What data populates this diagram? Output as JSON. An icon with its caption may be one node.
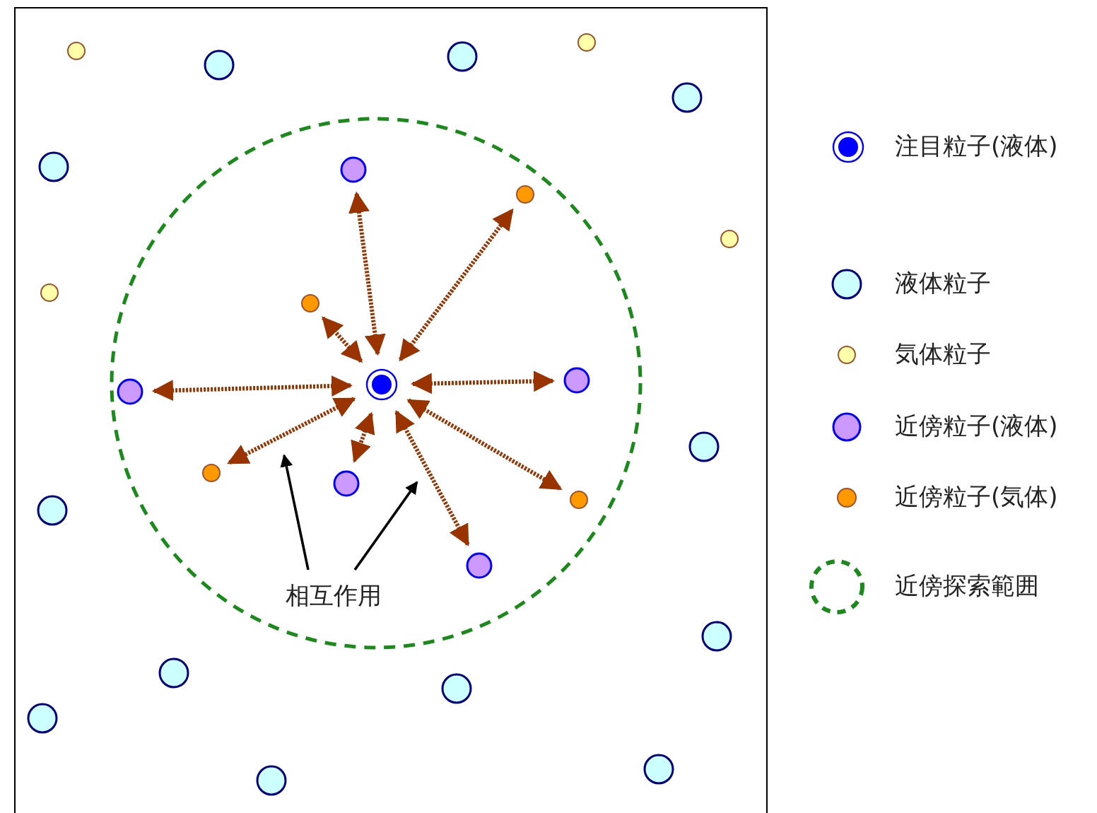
{
  "diagram": {
    "nodes": [
      {
        "text": [],
        "shape": "circle"
      },
      {
        "text": [],
        "shape": "circle"
      },
      {
        "text": [],
        "shape": "circle"
      },
      {
        "text": [],
        "shape": "circle"
      },
      {
        "text": [],
        "shape": "circle"
      },
      {
        "text": [],
        "shape": "circle"
      },
      {
        "text": [],
        "shape": "circle"
      },
      {
        "text": [],
        "shape": "circle"
      },
      {
        "text": [],
        "shape": "circle"
      },
      {
        "text": [],
        "shape": "circle"
      },
      {
        "text": [
          "相互作用"
        ]
      }
    ],
    "edges": [
      {
        "from": 0,
        "to": 1,
        "arrow": "both",
        "style": "dashed"
      },
      {
        "from": 0,
        "to": 2,
        "arrow": "both",
        "style": "dashed"
      },
      {
        "from": 0,
        "to": 3,
        "arrow": "both",
        "style": "dashed"
      },
      {
        "from": 0,
        "to": 4,
        "arrow": "both",
        "style": "dashed"
      },
      {
        "from": 0,
        "to": 5,
        "arrow": "both",
        "style": "dashed"
      },
      {
        "from": 0,
        "to": 6,
        "arrow": "both",
        "style": "dashed"
      },
      {
        "from": 0,
        "to": 7,
        "arrow": "both",
        "style": "dashed"
      },
      {
        "from": 0,
        "to": 8,
        "arrow": "both",
        "style": "dashed"
      },
      {
        "from": 0,
        "to": 9,
        "arrow": "both",
        "style": "dashed"
      },
      {
        "from": 10,
        "to": null,
        "arrow": "to",
        "color": "#000000"
      },
      {
        "from": 10,
        "to": null,
        "arrow": "to",
        "color": "#000000"
      }
    ],
    "legend": [
      {
        "text": "注目粒子(液体)"
      },
      {
        "text": "液体粒子"
      },
      {
        "text": "気体粒子"
      },
      {
        "text": "近傍粒子(液体)"
      },
      {
        "text": "近傍粒子(気体)"
      },
      {
        "text": "近傍探索範囲"
      }
    ]
  }
}
